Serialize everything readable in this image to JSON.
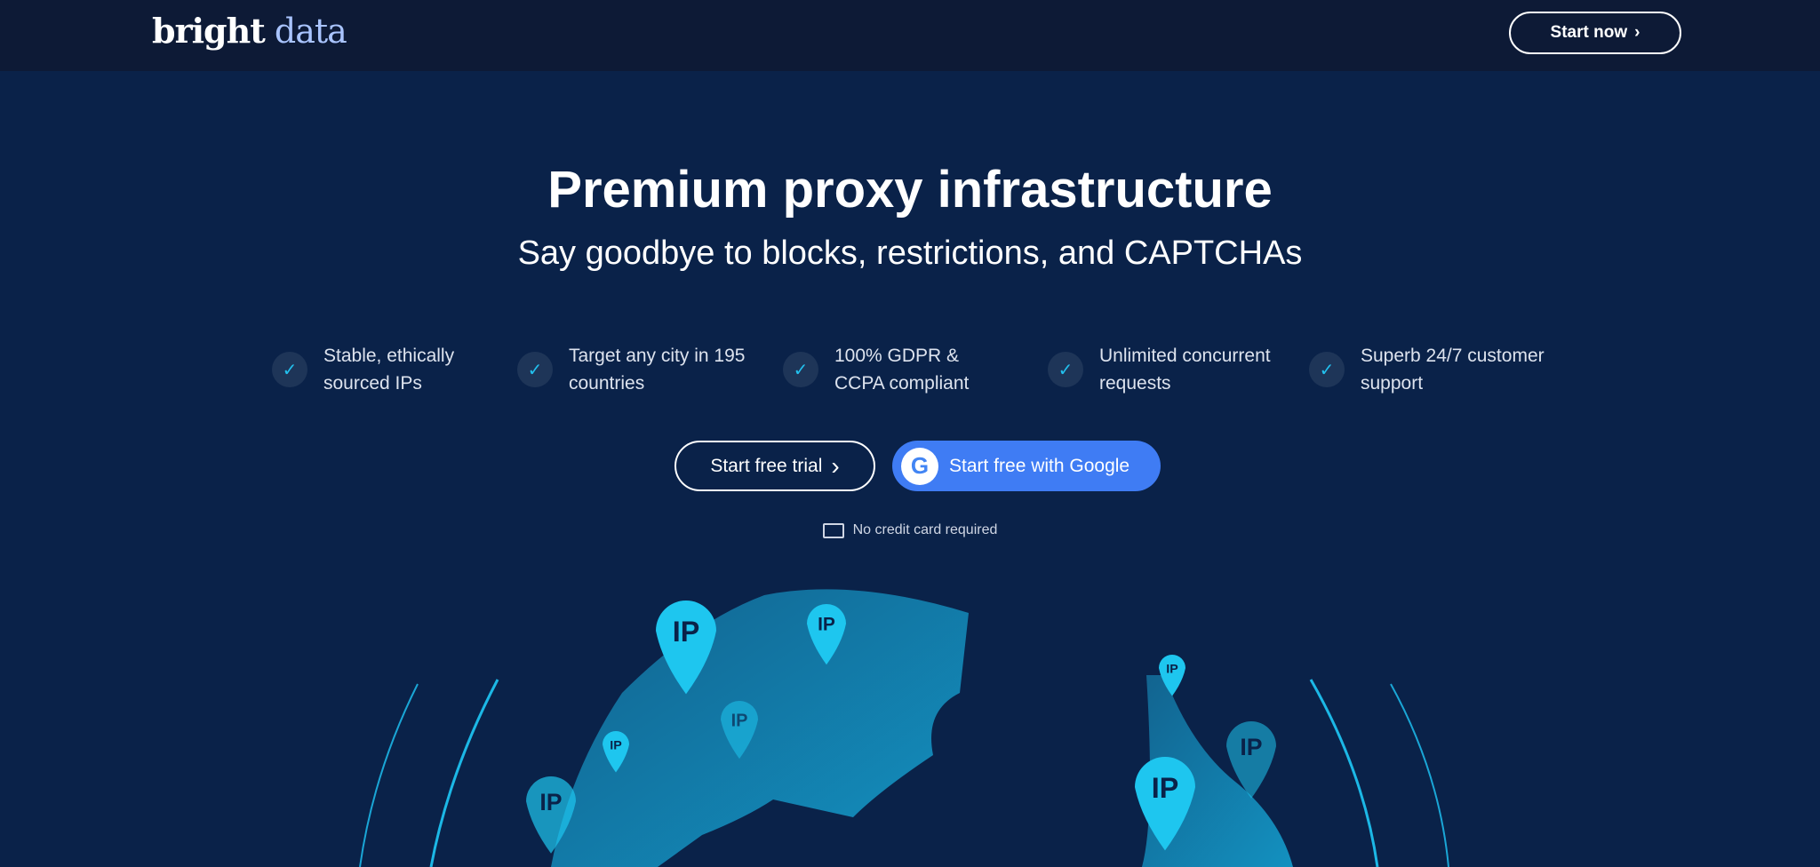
{
  "nav": {
    "logo_bright": "bright",
    "logo_data": "data",
    "start_now": "Start now"
  },
  "hero": {
    "title": "Premium proxy infrastructure",
    "subtitle": "Say goodbye to blocks, restrictions, and CAPTCHAs"
  },
  "features": [
    {
      "label": "Stable, ethically sourced IPs"
    },
    {
      "label": "Target any city in 195 countries"
    },
    {
      "label": "100% GDPR & CCPA compliant"
    },
    {
      "label": "Unlimited concurrent requests"
    },
    {
      "label": "Superb 24/7 customer support"
    }
  ],
  "cta": {
    "trial": "Start free trial",
    "google": "Start free with Google",
    "no_cc": "No credit card required"
  },
  "map": {
    "pin_label": "IP"
  },
  "colors": {
    "accent": "#3f7cf4",
    "pin": "#1ec6ef",
    "background": "#0a2249"
  }
}
